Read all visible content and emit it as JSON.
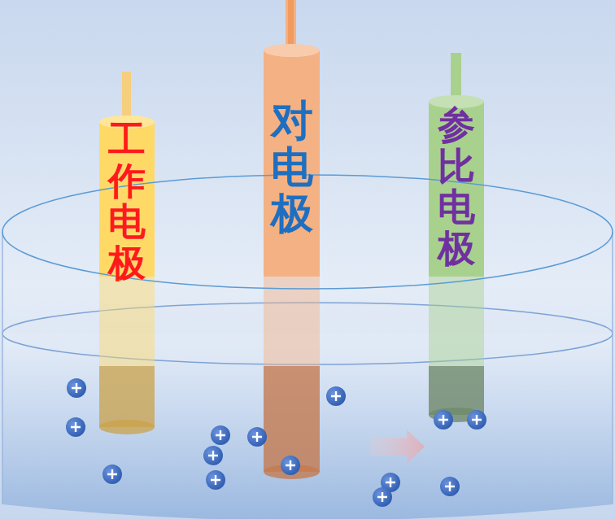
{
  "diagram": {
    "nodes": [
      {
        "text": [
          "工作电极"
        ]
      },
      {
        "text": [
          "对电极"
        ]
      },
      {
        "text": [
          "参比电极"
        ]
      }
    ]
  }
}
